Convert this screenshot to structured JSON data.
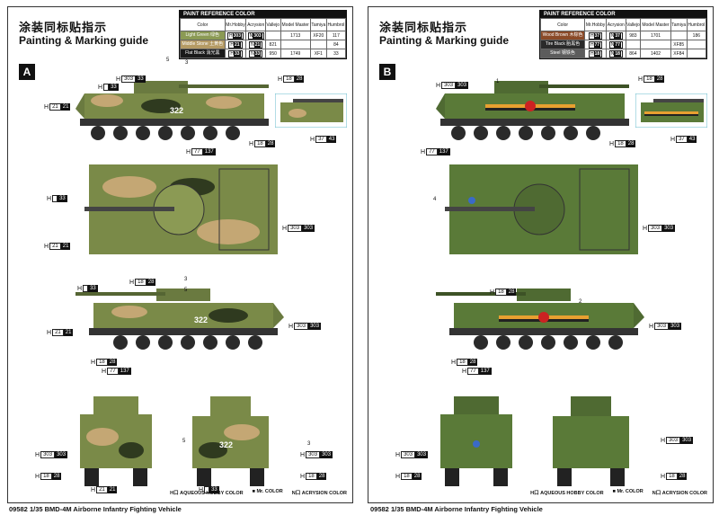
{
  "sheets": [
    {
      "title_cn": "涂装同标贴指示",
      "title_en": "Painting & Marking guide",
      "badge": "A",
      "ref_header": "PAINT REFERENCE COLOR",
      "columns": [
        "Color",
        "Mr.Hobby",
        "Acrysion",
        "Vallejo",
        "Model Master",
        "Tamiya",
        "Humbrol"
      ],
      "rows": [
        {
          "swatch": "Light Green 绿色",
          "color": "#8b9a54",
          "hobby": "303",
          "acry": "303",
          "vallejo": "",
          "mm": "1713",
          "tamiya": "XF20",
          "humbrol": "117"
        },
        {
          "swatch": "Middle Stone 土黄色",
          "color": "#b49a64",
          "hobby": "21",
          "acry": "21",
          "vallejo": "821",
          "mm": "",
          "tamiya": "",
          "humbrol": "84"
        },
        {
          "swatch": "Flat Black 消光黑",
          "color": "#1a1a1a",
          "hobby": "33",
          "acry": "33",
          "vallejo": "950",
          "mm": "1749",
          "tamiya": "XF1",
          "humbrol": "33"
        }
      ],
      "legend": [
        "H口 AQUEOUS HOBBY COLOR",
        "■ Mr. COLOR",
        "N口 ACRYSION COLOR"
      ],
      "footer": "09582 1/35 BMD-4M Airborne Infantry Fighting Vehicle",
      "vehicle_number": "322"
    },
    {
      "title_cn": "涂装同标贴指示",
      "title_en": "Painting & Marking guide",
      "badge": "B",
      "ref_header": "PAINT REFERENCE COLOR",
      "columns": [
        "Color",
        "Mr.Hobby",
        "Acrysion",
        "Vallejo",
        "Model Master",
        "Tamiya",
        "Humbrol"
      ],
      "rows": [
        {
          "swatch": "Wood Brown 木棕色",
          "color": "#8a4a28",
          "hobby": "37",
          "acry": "37",
          "vallejo": "983",
          "mm": "1701",
          "tamiya": "",
          "humbrol": "186"
        },
        {
          "swatch": "Tire Black 胎黑色",
          "color": "#2a2a2a",
          "hobby": "77",
          "acry": "77",
          "vallejo": "",
          "mm": "",
          "tamiya": "XF85",
          "humbrol": ""
        },
        {
          "swatch": "Steel 钢铁色",
          "color": "#5c5c5c",
          "hobby": "18",
          "acry": "18",
          "vallejo": "864",
          "mm": "1402",
          "tamiya": "XF84",
          "humbrol": ""
        }
      ],
      "legend": [
        "H口 AQUEOUS HOBBY COLOR",
        "■ Mr. COLOR",
        "N口 ACRYSION COLOR"
      ],
      "footer": "09582 1/35 BMD-4M Airborne Infantry Fighting Vehicle",
      "vehicle_number": ""
    }
  ],
  "callouts": {
    "h": "H",
    "c303": "303",
    "c21": "21",
    "c33": "33",
    "c28": "28",
    "c18": "18",
    "c77": "77",
    "c137": "137",
    "c37": "37",
    "c43": "43",
    "n1": "1",
    "n2": "2",
    "n3": "3",
    "n4": "4",
    "n5": "5"
  }
}
